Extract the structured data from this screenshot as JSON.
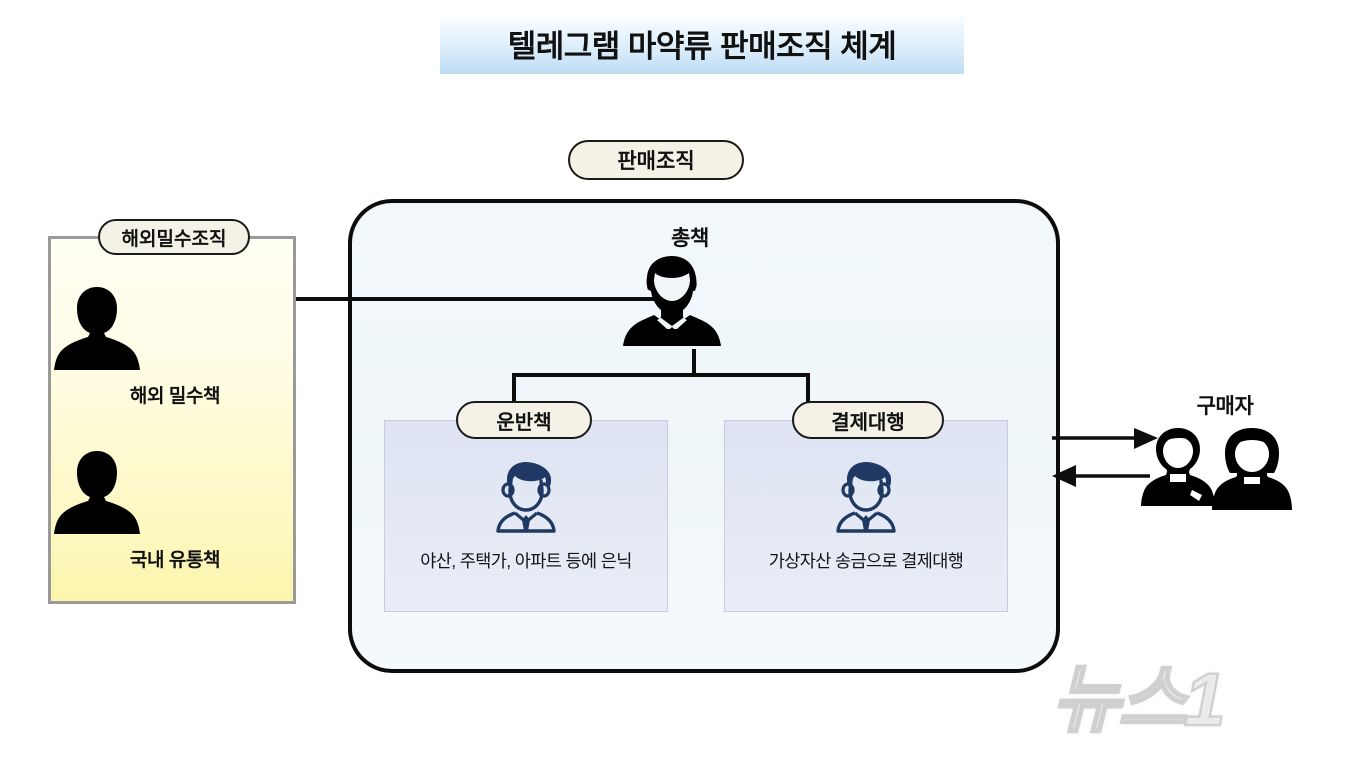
{
  "title": {
    "text": "텔레그램 마약류 판매조직 체계"
  },
  "smuggling_group": {
    "pill_label": "해외밀수조직",
    "members": [
      {
        "icon": "person-silhouette-icon",
        "label": "해외 밀수책"
      },
      {
        "icon": "person-silhouette-icon",
        "label": "국내 유통책"
      }
    ],
    "box_color": "#fdf8c2",
    "border_color": "#9a9a9a"
  },
  "sales_org": {
    "pill_label": "판매조직",
    "boss": {
      "label": "총책",
      "icon": "businessman-silhouette-icon"
    },
    "sub_units": [
      {
        "pill_label": "운반책",
        "icon": "office-worker-icon",
        "caption": "야산, 주택가, 아파트 등에 은닉"
      },
      {
        "pill_label": "결제대행",
        "icon": "office-worker-icon",
        "caption": "가상자산 송금으로 결제대행"
      }
    ],
    "box_color": "#eff6f9",
    "border_color": "#0c0c0c",
    "sub_box_color": "#e3e8f4"
  },
  "buyers": {
    "label": "구매자",
    "icon": "two-people-icon",
    "arrows": [
      {
        "name": "arrow-to-buyers",
        "direction": "right"
      },
      {
        "name": "arrow-from-buyers",
        "direction": "left"
      }
    ]
  },
  "watermark": {
    "text": "뉴스1"
  },
  "colors": {
    "title_gradient_top": "#ffffff",
    "title_gradient_bottom": "#bedcf4",
    "pill_fill": "#f4f2e6",
    "line": "#0d0d0d",
    "icon_navy": "#1f3864"
  }
}
